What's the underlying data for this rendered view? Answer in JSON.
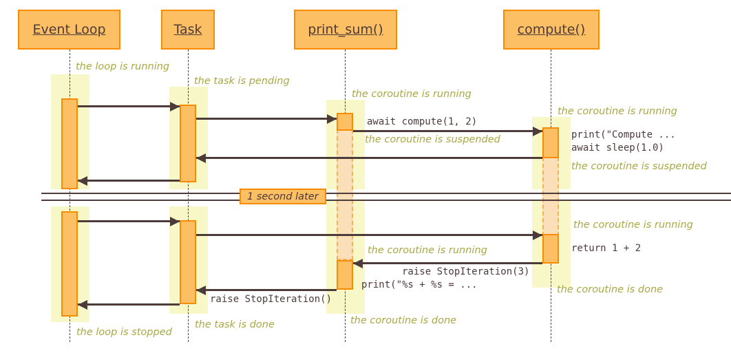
{
  "diagram": {
    "title": "asyncio event loop sequence diagram",
    "colors": {
      "participant_fill": "#FCBF63",
      "participant_border": "#F88C00",
      "note_band": "#F7F7C8",
      "activation_fill": "#FCBF63",
      "activation_border": "#F88C00",
      "suspended_fill": "#FADFB8",
      "suspended_border": "#F9AF58",
      "line": "#4D3A3A",
      "state_text": "#A8A844",
      "background": "#FFFFFF"
    }
  },
  "participants": [
    {
      "id": "event_loop",
      "label": "Event Loop"
    },
    {
      "id": "task",
      "label": "Task"
    },
    {
      "id": "print_sum",
      "label": "print_sum()"
    },
    {
      "id": "compute",
      "label": "compute()"
    }
  ],
  "messages": [
    {
      "id": "m1",
      "from": "event_loop",
      "to": "task",
      "label": "",
      "direction": "right"
    },
    {
      "id": "m2",
      "from": "task",
      "to": "print_sum",
      "label": "",
      "direction": "right"
    },
    {
      "id": "m3",
      "from": "print_sum",
      "to": "compute",
      "label": "await compute(1, 2)",
      "direction": "right"
    },
    {
      "id": "m4",
      "from": "compute",
      "to": "task",
      "label": "",
      "direction": "left"
    },
    {
      "id": "m5",
      "from": "task",
      "to": "event_loop",
      "label": "",
      "direction": "left"
    },
    {
      "id": "m6",
      "from": "event_loop",
      "to": "task",
      "label": "",
      "direction": "right"
    },
    {
      "id": "m7",
      "from": "task",
      "to": "compute",
      "label": "",
      "direction": "right"
    },
    {
      "id": "m8",
      "from": "compute",
      "to": "print_sum",
      "label": "raise StopIteration(3)",
      "direction": "left"
    },
    {
      "id": "m9",
      "from": "print_sum",
      "to": "task",
      "label": "raise StopIteration()",
      "direction": "left"
    },
    {
      "id": "m10",
      "from": "task",
      "to": "event_loop",
      "label": "",
      "direction": "left"
    }
  ],
  "code_labels": [
    {
      "id": "c1",
      "text": "await compute(1, 2)"
    },
    {
      "id": "c2",
      "text": "print(\"Compute ..."
    },
    {
      "id": "c3",
      "text": "await sleep(1.0)"
    },
    {
      "id": "c4",
      "text": "return 1 + 2"
    },
    {
      "id": "c5",
      "text": "raise StopIteration(3)"
    },
    {
      "id": "c6",
      "text": "print(\"%s + %s = ..."
    },
    {
      "id": "c7",
      "text": "raise StopIteration()"
    }
  ],
  "state_notes": [
    {
      "id": "n1",
      "text": "the loop is running"
    },
    {
      "id": "n2",
      "text": "the task is pending"
    },
    {
      "id": "n3",
      "text": "the coroutine is running"
    },
    {
      "id": "n4",
      "text": "the coroutine is running"
    },
    {
      "id": "n5",
      "text": "the coroutine is suspended"
    },
    {
      "id": "n6",
      "text": "the coroutine is suspended"
    },
    {
      "id": "n7",
      "text": "the coroutine is running"
    },
    {
      "id": "n8",
      "text": "the coroutine is running"
    },
    {
      "id": "n9",
      "text": "the coroutine is done"
    },
    {
      "id": "n10",
      "text": "the coroutine is done"
    },
    {
      "id": "n11",
      "text": "the task is done"
    },
    {
      "id": "n12",
      "text": "the loop is stopped"
    }
  ],
  "divider": {
    "label": "1 second later"
  }
}
